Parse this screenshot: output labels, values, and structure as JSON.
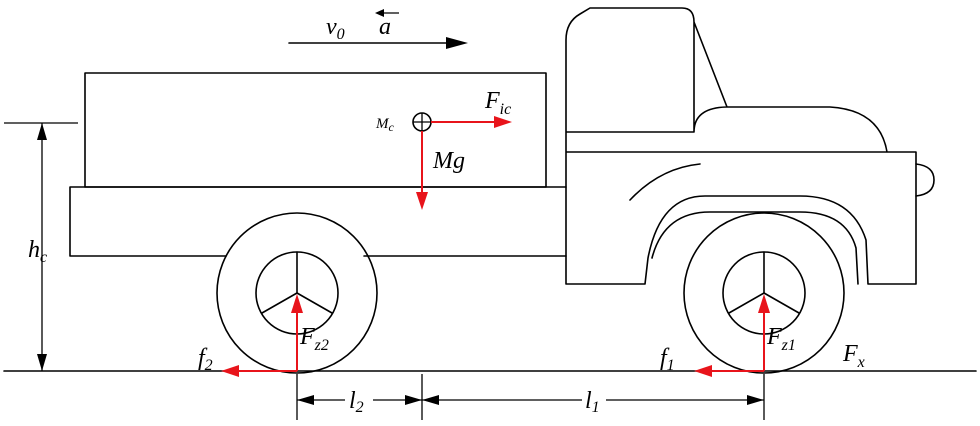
{
  "labels": {
    "v0": "v",
    "v0_sub": "0",
    "a": "a",
    "Mc": "M",
    "Mc_sub": "c",
    "Fic": "F",
    "Fic_sub": "ic",
    "Mg": "Mg",
    "hc": "h",
    "hc_sub": "c",
    "f2": "f",
    "f2_sub": "2",
    "Fz2": "F",
    "Fz2_sub": "z2",
    "f1": "f",
    "f1_sub": "1",
    "Fz1": "F",
    "Fz1_sub": "z1",
    "Fx": "F",
    "Fx_sub": "x",
    "l2": "l",
    "l2_sub": "2",
    "l1": "l",
    "l1_sub": "1"
  },
  "colors": {
    "force_arrows": "#e8141b",
    "outline": "#000000"
  }
}
